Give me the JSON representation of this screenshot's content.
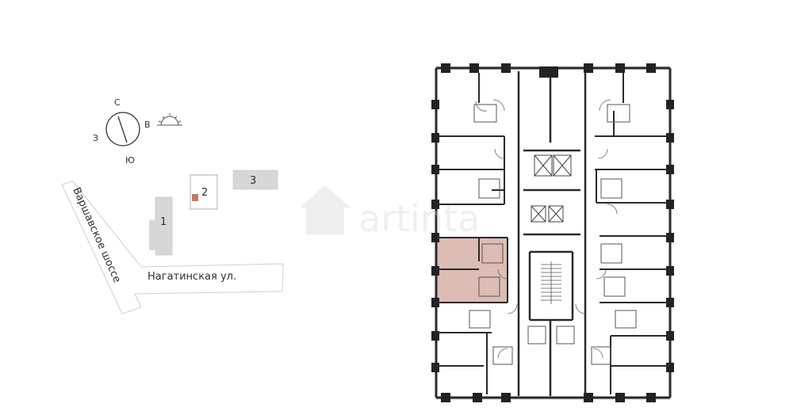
{
  "compass": {
    "north": "С",
    "east": "В",
    "south": "Ю",
    "west": "З",
    "icon": "sun-rise-icon"
  },
  "site_plan": {
    "roads": {
      "road_1": "Варшавское шоссе",
      "road_2": "Нагатинская ул."
    },
    "buildings": [
      {
        "label": "1",
        "selected": false
      },
      {
        "label": "2",
        "selected": true
      },
      {
        "label": "3",
        "selected": false
      }
    ]
  },
  "watermark": {
    "text": "artinta"
  },
  "floor_plan": {
    "highlight_color": "#dcbcb4",
    "wall_color": "#2a2a2a"
  }
}
